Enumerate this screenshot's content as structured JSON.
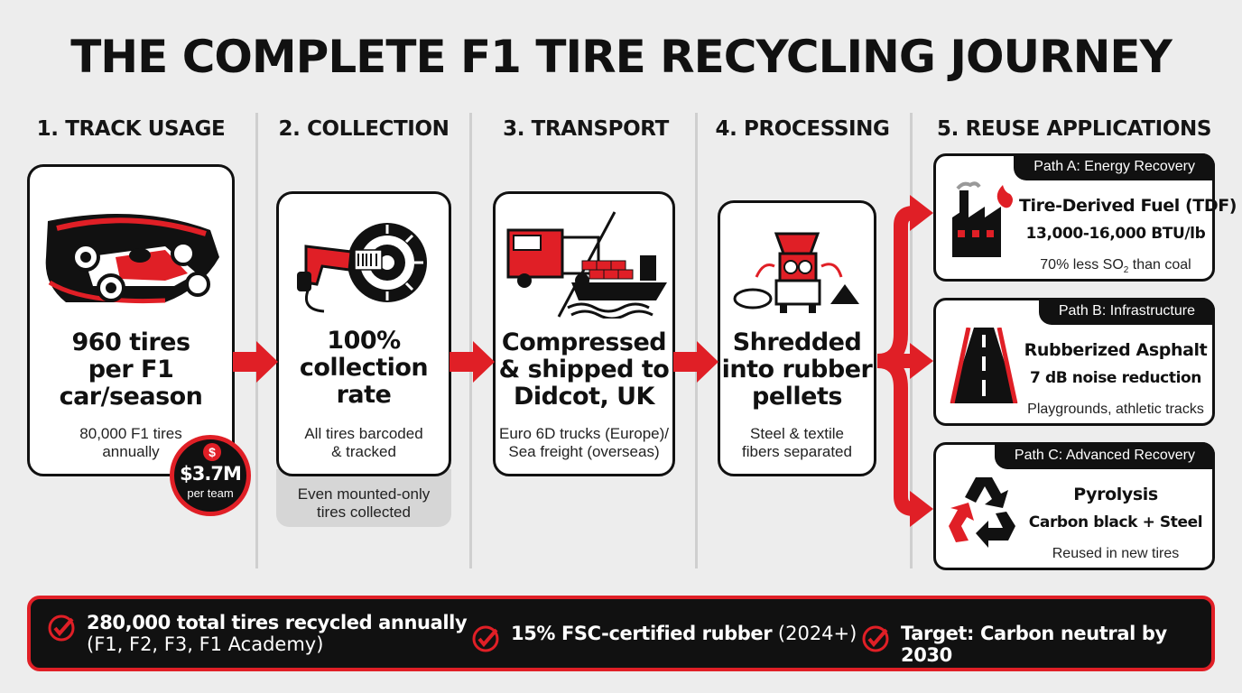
{
  "title": "THE COMPLETE F1 TIRE RECYCLING JOURNEY",
  "steps": [
    {
      "heading": "1. TRACK USAGE",
      "main": "960 tires\nper F1\ncar/season",
      "sub": "80,000 F1 tires\nannually"
    },
    {
      "heading": "2. COLLECTION",
      "main": "100%\ncollection\nrate",
      "sub": "All tires barcoded\n& tracked",
      "note": "Even mounted-only\ntires collected"
    },
    {
      "heading": "3. TRANSPORT",
      "main": "Compressed\n& shipped to\nDidcot, UK",
      "sub": "Euro 6D trucks (Europe)/\nSea freight (overseas)"
    },
    {
      "heading": "4. PROCESSING",
      "main": "Shredded\ninto rubber\npellets",
      "sub": "Steel & textile\nfibers separated"
    },
    {
      "heading": "5. REUSE APPLICATIONS"
    }
  ],
  "badge": {
    "value": "$3.7M",
    "label": "per team",
    "icon": "dollar-coin-icon"
  },
  "paths": [
    {
      "tag": "Path A: Energy Recovery",
      "title": "Tire-Derived Fuel (TDF)",
      "detail": "13,000-16,000 BTU/lb",
      "note_pre": "70% less SO",
      "note_sub": "2",
      "note_post": " than coal",
      "icon": "factory-fire-icon"
    },
    {
      "tag": "Path B: Infrastructure",
      "title": "Rubberized Asphalt",
      "detail": "7 dB noise reduction",
      "note": "Playgrounds, athletic tracks",
      "icon": "road-icon"
    },
    {
      "tag": "Path C: Advanced Recovery",
      "title": "Pyrolysis",
      "detail": "Carbon black + Steel",
      "note": "Reused in new tires",
      "icon": "recycle-icon"
    }
  ],
  "footer": [
    {
      "strong": "280,000 total tires recycled annually",
      "sub": "(F1, F2, F3, F1 Academy)"
    },
    {
      "strong": "15% FSC-certified rubber",
      "sub": " (2024+)"
    },
    {
      "strong": "Target: Carbon neutral by 2030",
      "sub": ""
    }
  ],
  "colors": {
    "accent": "#e01f26",
    "dark": "#111111",
    "background": "#ededed"
  }
}
